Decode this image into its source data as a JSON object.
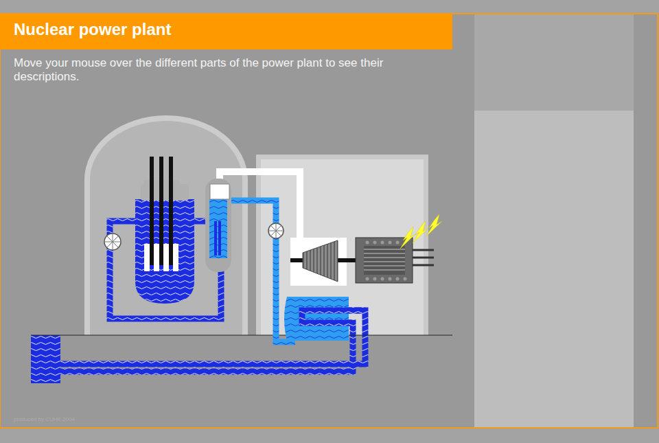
{
  "diagram": {
    "title": "Nuclear power plant",
    "labels": [
      "Move your mouse over the different parts of the power plant to see their descriptions.",
      "produced by CUHK 2004"
    ]
  }
}
